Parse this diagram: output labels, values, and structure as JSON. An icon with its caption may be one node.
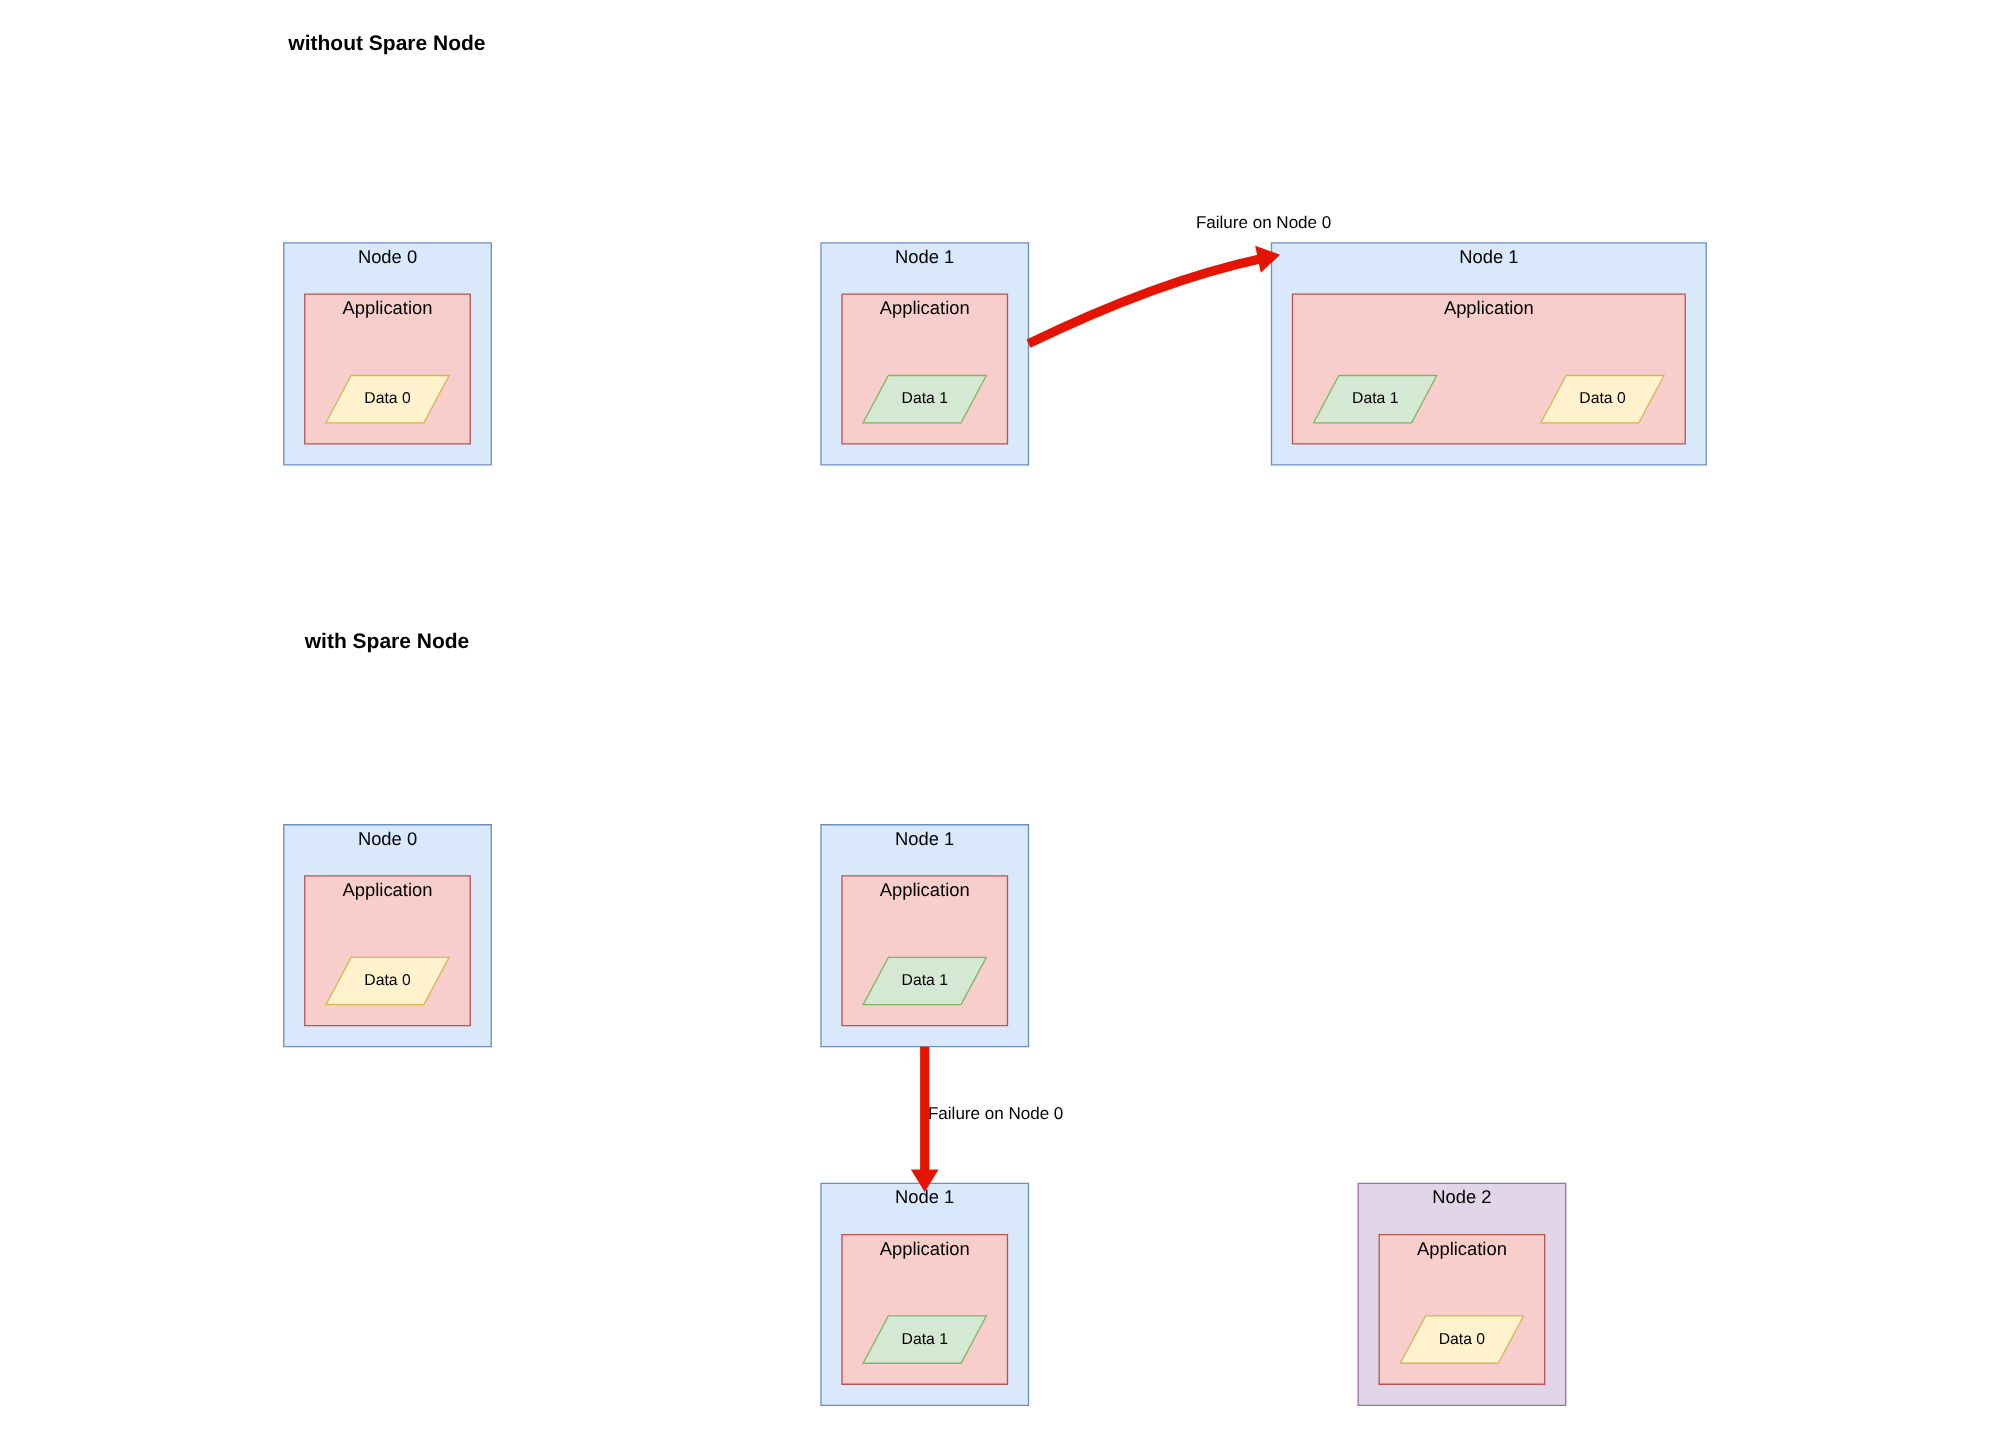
{
  "diagram": {
    "nodes": [
      {
        "text": [
          "Node 0"
        ]
      },
      {
        "text": [
          "Application"
        ],
        "in": 0
      },
      {
        "text": [
          "Data 0"
        ],
        "in": 1
      },
      {
        "text": [
          "Node 1"
        ]
      },
      {
        "text": [
          "Application"
        ],
        "in": 3
      },
      {
        "text": [
          "Data 1"
        ],
        "in": 4
      },
      {
        "text": [
          "Node 1"
        ]
      },
      {
        "text": [
          "Application"
        ],
        "in": 6
      },
      {
        "text": [
          "Data 0"
        ],
        "in": 7
      },
      {
        "text": [
          "Data 1"
        ],
        "in": 7
      },
      {
        "text": [
          "Node 0"
        ]
      },
      {
        "text": [
          "Application"
        ],
        "in": 10
      },
      {
        "text": [
          "Data 0"
        ],
        "in": 11
      },
      {
        "text": [
          "Node 1"
        ]
      },
      {
        "text": [
          "Application"
        ],
        "in": 13
      },
      {
        "text": [
          "Data 1"
        ],
        "in": 14
      },
      {
        "text": [
          "Node 1"
        ]
      },
      {
        "text": [
          "Application"
        ],
        "in": 16
      },
      {
        "text": [
          "Data 1"
        ],
        "in": 17
      },
      {
        "text": [
          "Node 2"
        ]
      },
      {
        "text": [
          "Application"
        ],
        "in": 19
      },
      {
        "text": [
          "Data 0"
        ],
        "in": 20
      }
    ],
    "edges": [
      {
        "from": 3,
        "to": 6,
        "arrow": "to",
        "label": "Failure on Node 0"
      },
      {
        "from": 13,
        "to": 16,
        "arrow": "to",
        "label": "Failure on Node 0"
      }
    ],
    "labels": [
      "without Spare Node",
      "with Spare Node"
    ]
  }
}
